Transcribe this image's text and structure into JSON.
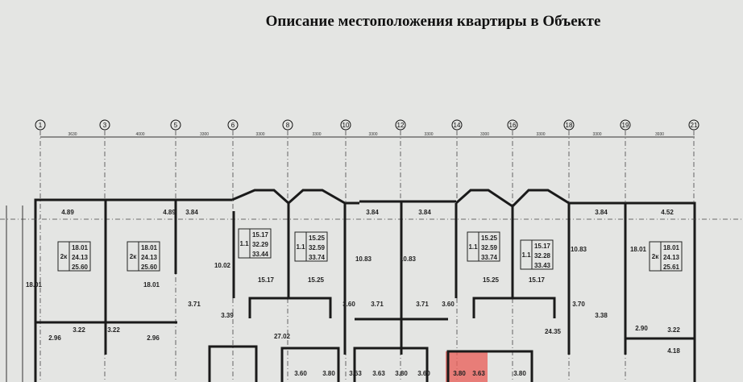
{
  "title": "Описание местоположения квартиры в Объекте",
  "axes": [
    "1",
    "3",
    "5",
    "6",
    "8",
    "10",
    "12",
    "14",
    "16",
    "18",
    "19",
    "21"
  ],
  "dimensions": [
    "3630",
    "4000",
    "3300",
    "3300",
    "3300",
    "3300",
    "3300",
    "3300",
    "3300",
    "3300",
    "3930"
  ],
  "apartments": [
    {
      "type": "2к",
      "living": "18.01",
      "total": "24.13",
      "area": "25.60"
    },
    {
      "type": "2к",
      "living": "18.01",
      "total": "24.13",
      "area": "25.60"
    },
    {
      "type": "1.1",
      "living": "15.17",
      "total": "32.29",
      "area": "33.44"
    },
    {
      "type": "1.1",
      "living": "15.25",
      "total": "32.59",
      "area": "33.74"
    },
    {
      "type": "1.1",
      "living": "15.25",
      "total": "32.59",
      "area": "33.74"
    },
    {
      "type": "1.1",
      "living": "15.17",
      "total": "32.28",
      "area": "33.43"
    },
    {
      "type": "2к",
      "living": "18.01",
      "total": "24.13",
      "area": "25.61"
    }
  ],
  "room_labels": [
    "4.89",
    "4.89",
    "3.84",
    "3.84",
    "3.84",
    "3.84",
    "4.52",
    "18.01",
    "18.01",
    "10.02",
    "15.17",
    "15.25",
    "10.83",
    "10.83",
    "15.25",
    "15.17",
    "10.83",
    "18.01",
    "3.71",
    "3.39",
    "3.60",
    "3.71",
    "3.71",
    "3.60",
    "3.70",
    "3.38",
    "3.22",
    "3.22",
    "2.96",
    "2.96",
    "27.02",
    "24.35",
    "2.90",
    "3.22",
    "4.18",
    "3.60",
    "3.80",
    "3.63",
    "3.63",
    "3.80",
    "3.60",
    "3.80"
  ],
  "highlight": {
    "color": "#e8635c",
    "labels": [
      "3.80",
      "3.63"
    ]
  }
}
